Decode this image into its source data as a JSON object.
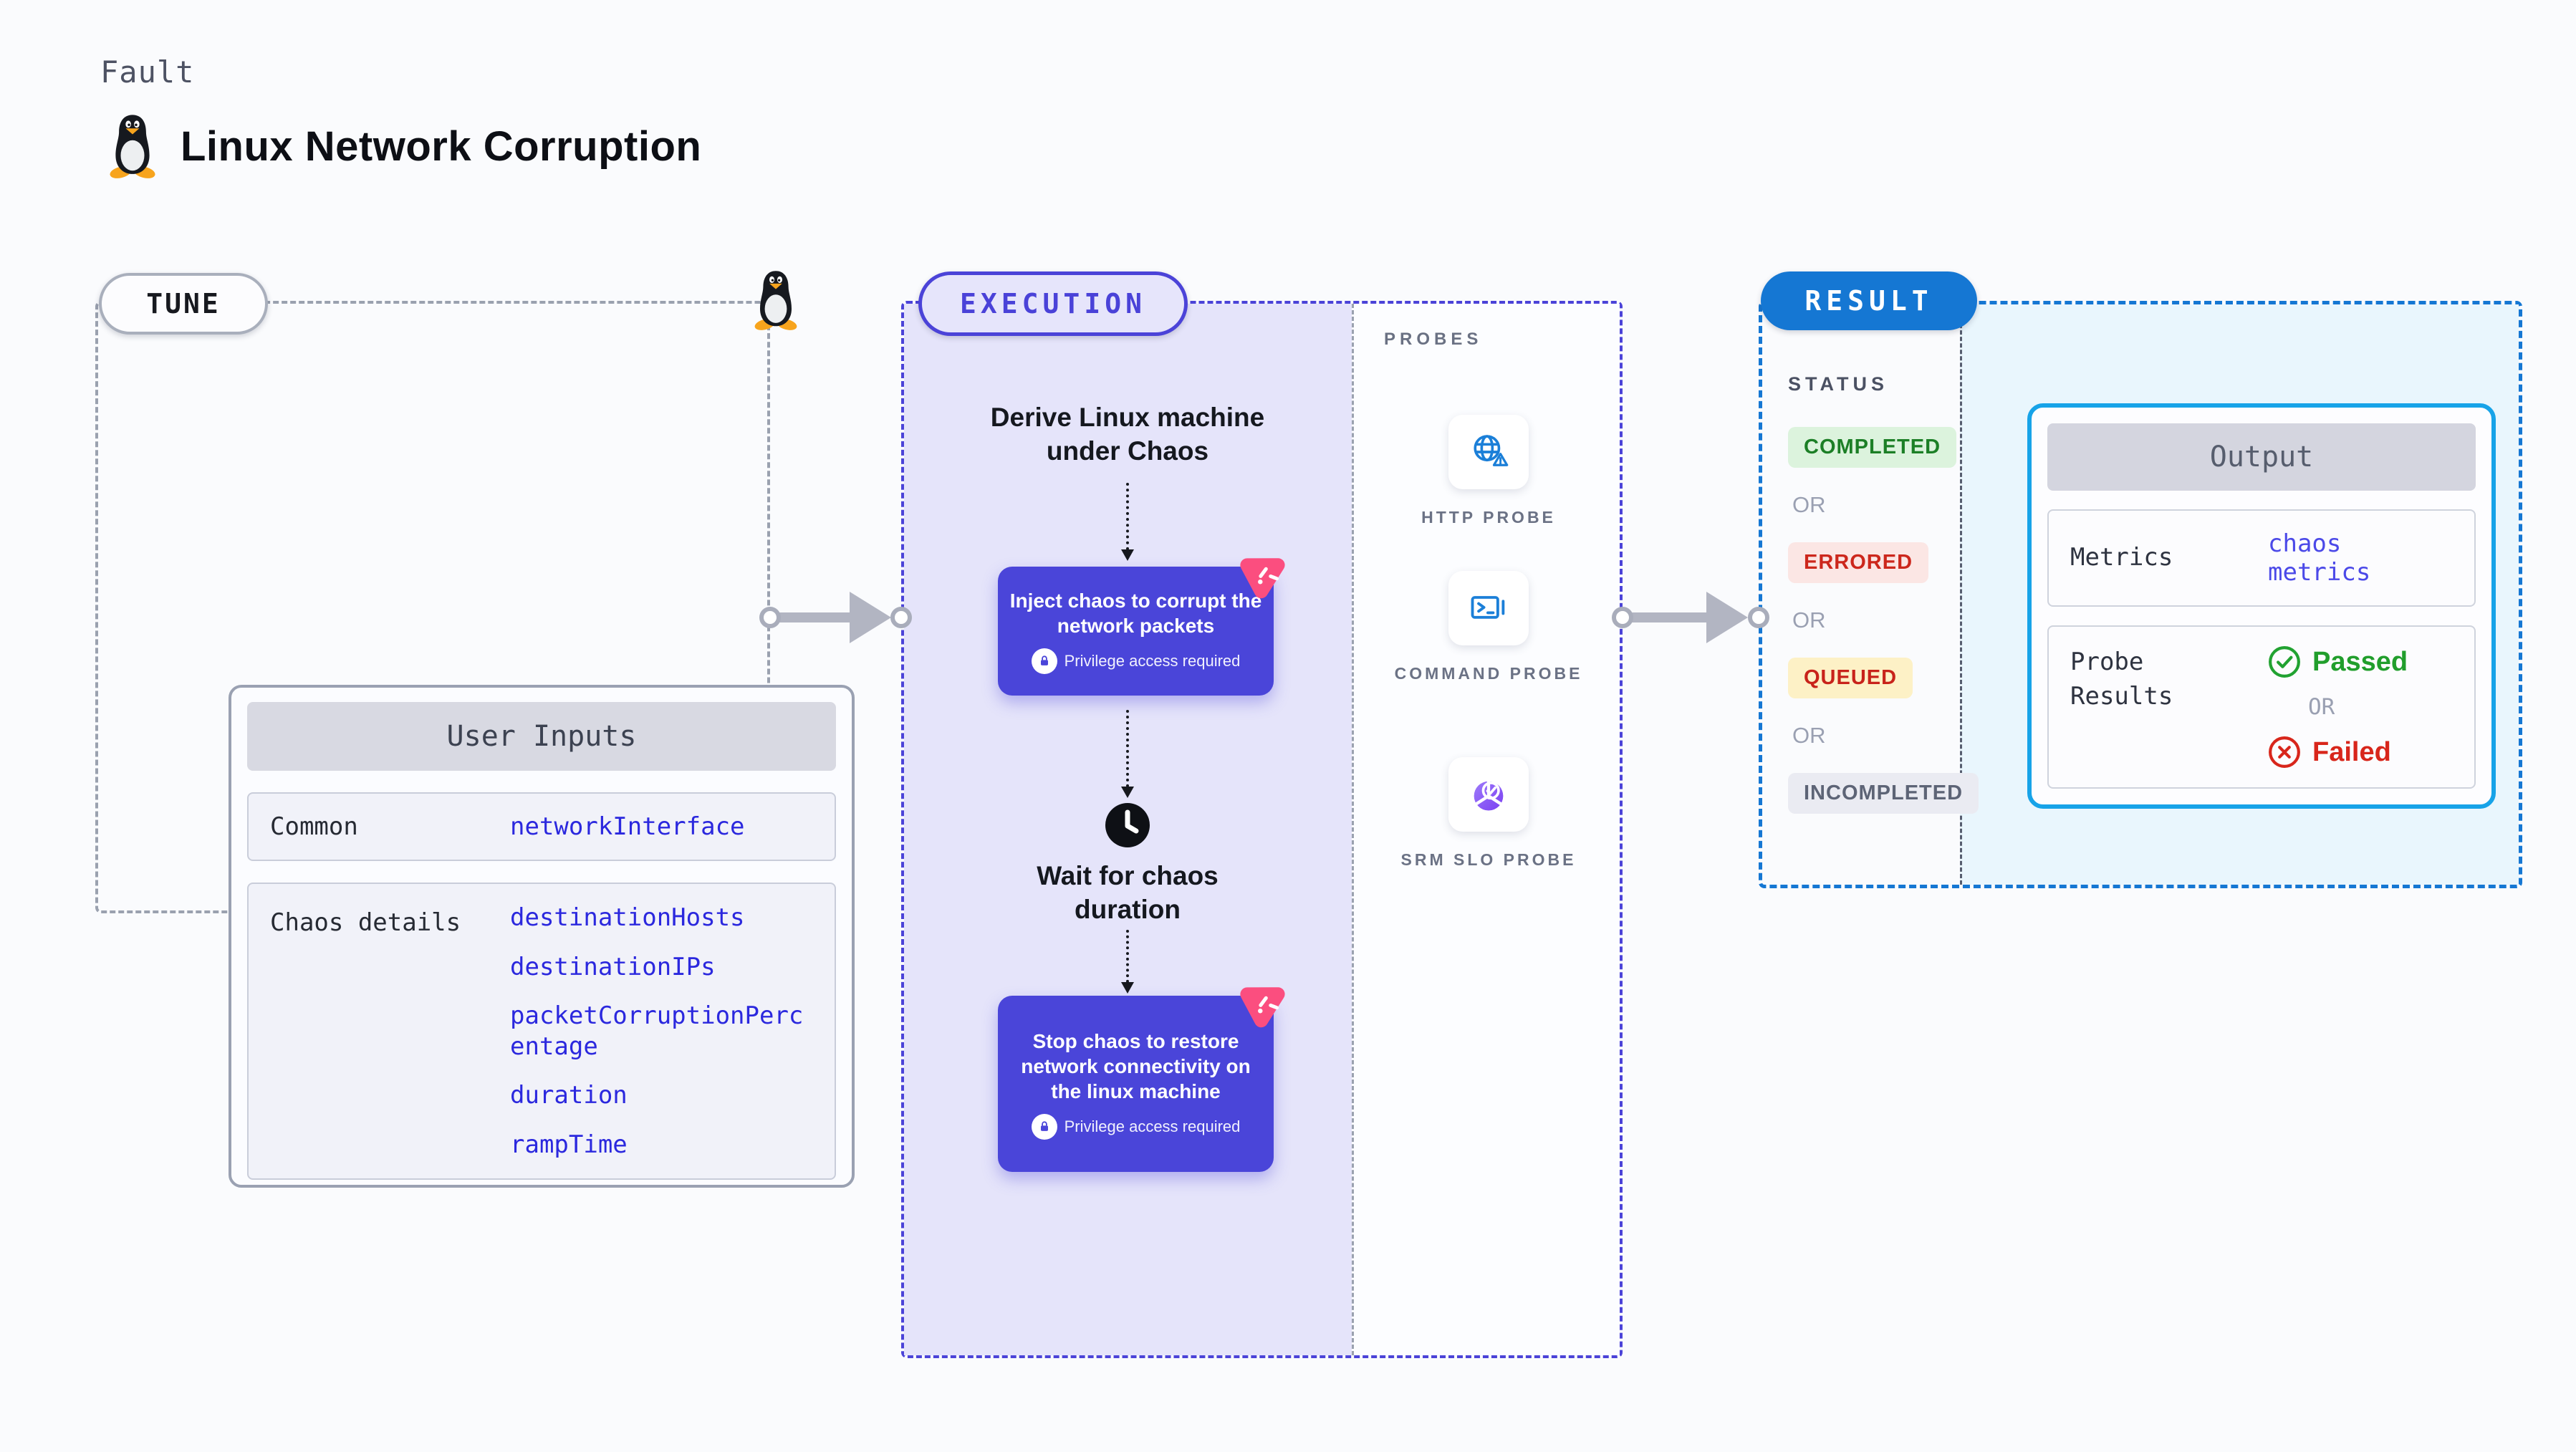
{
  "page": {
    "kicker": "Fault",
    "title": "Linux Network Corruption"
  },
  "colors": {
    "execution_accent": "#4b43d8",
    "chaos_step_bg": "#4a45d9",
    "chaos_badge_pink": "#fb4e7f",
    "result_accent": "#1577d3",
    "output_border": "#17a3e8",
    "code_blue": "#2b28de",
    "passed_green": "#219e2c",
    "failed_red": "#d8261b"
  },
  "tune": {
    "pill": "TUNE",
    "header": "User Inputs",
    "common_label": "Common",
    "common_value": "networkInterface",
    "chaos_label": "Chaos details",
    "chaos_values": [
      "destinationHosts",
      "destinationIPs",
      "packetCorruptionPercentage",
      "duration",
      "rampTime"
    ]
  },
  "execution": {
    "pill": "EXECUTION",
    "derive": "Derive Linux machine under Chaos",
    "inject": "Inject chaos to corrupt the network packets",
    "wait": "Wait for chaos duration",
    "stop": "Stop chaos to restore network connectivity on the linux machine",
    "privilege": "Privilege access required"
  },
  "probes": {
    "label": "PROBES",
    "items": [
      {
        "name": "HTTP PROBE",
        "icon": "globe-alert-icon"
      },
      {
        "name": "COMMAND PROBE",
        "icon": "terminal-icon"
      },
      {
        "name": "SRM SLO PROBE",
        "icon": "slo-pie-check-icon"
      }
    ]
  },
  "result": {
    "pill": "RESULT",
    "status_label": "STATUS",
    "or": "OR",
    "statuses": [
      "COMPLETED",
      "ERRORED",
      "QUEUED",
      "INCOMPLETED"
    ],
    "output": {
      "header": "Output",
      "metrics_label": "Metrics",
      "metrics_value": "chaos metrics",
      "probe_label": "Probe Results",
      "passed": "Passed",
      "or": "OR",
      "failed": "Failed"
    }
  }
}
